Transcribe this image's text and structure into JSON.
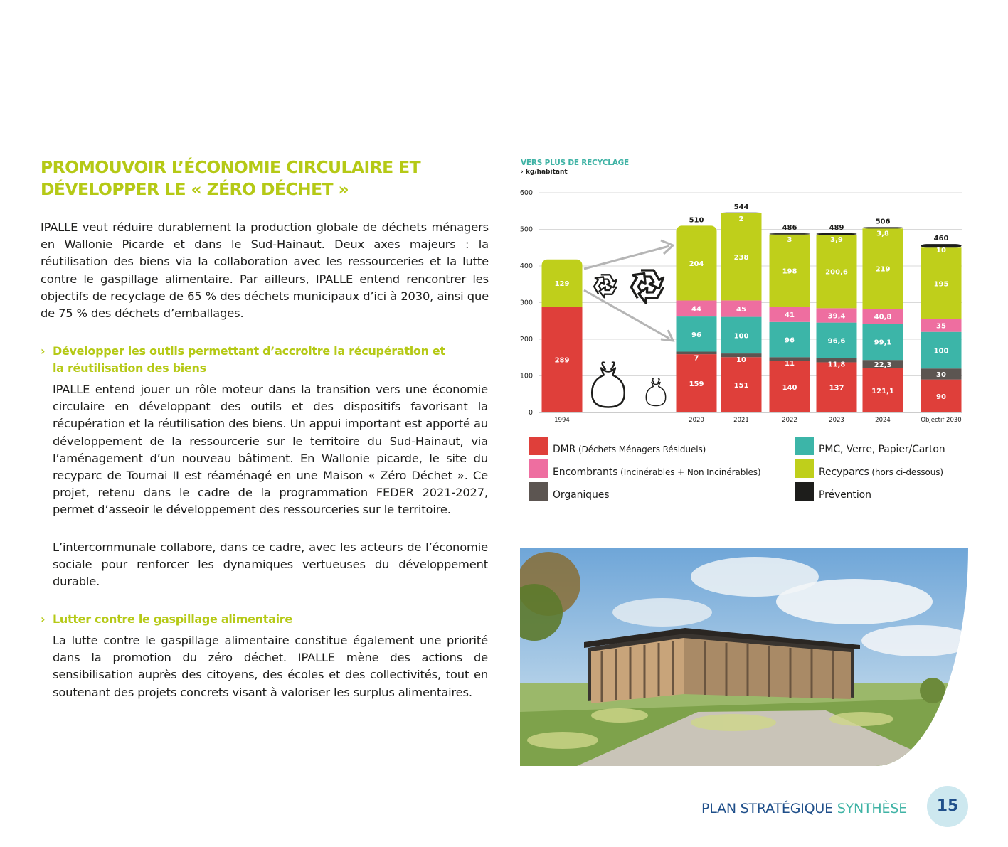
{
  "title": {
    "line1": "PROMOUVOIR L’ÉCONOMIE CIRCULAIRE ET",
    "line2": "DÉVELOPPER LE « ZÉRO DÉCHET »"
  },
  "intro": "IPALLE veut réduire durablement la production globale de déchets ménagers en Wallonie Picarde et dans le Sud-Hainaut. Deux axes majeurs : la réutilisation des biens via la collaboration avec les ressourceries et la lutte contre le gaspillage alimentaire. Par ailleurs, IPALLE entend rencontrer les objectifs de recyclage de 65 % des déchets municipaux d’ici à 2030, ainsi que de 75 % des déchets d’emballages.",
  "section1": {
    "chevron": "›",
    "heading_line1": "Développer les outils permettant d’accroitre la récupération et",
    "heading_line2": "la réutilisation des biens",
    "para1": "IPALLE entend jouer un rôle moteur dans la transition vers une économie circulaire en développant des outils et des dispositifs favorisant la récupération et la réutilisation des biens. Un appui important est apporté au développement de la ressourcerie sur le territoire du Sud-Hainaut, via l’aménagement d’un nouveau bâtiment. En Wallonie picarde, le site du recyparc de Tournai II est réaménagé en une Maison « Zéro Déchet ». Ce projet, retenu dans le cadre de la programmation FEDER 2021-2027, permet d’asseoir le développement des ressourceries sur le territoire.",
    "para2": "L’intercommunale collabore, dans ce cadre, avec les acteurs de l’économie sociale pour renforcer les dynamiques vertueuses du développement durable."
  },
  "section2": {
    "chevron": "›",
    "heading": "Lutter contre le gaspillage alimentaire",
    "para": "La lutte contre le gaspillage alimentaire constitue également une priorité dans la promotion du zéro déchet. IPALLE mène des actions de sensibilisation auprès des citoyens, des écoles et des collectivités, tout en soutenant des projets concrets visant à valoriser les surplus alimentaires."
  },
  "chart_data": {
    "type": "bar",
    "stacked": true,
    "title": "VERS PLUS DE RECYCLAGE",
    "ylabel": "› kg/habitant",
    "ylim": [
      0,
      600
    ],
    "yticks": [
      0,
      100,
      200,
      300,
      400,
      500,
      600
    ],
    "categories": [
      "1994",
      "2020",
      "2021",
      "2022",
      "2023",
      "2024",
      "Objectif 2030"
    ],
    "totals": [
      "",
      "510",
      "544",
      "486",
      "489",
      "506",
      "460"
    ],
    "series": [
      {
        "name": "DMR",
        "color": "#df3f3a",
        "values": [
          289,
          159,
          151,
          140,
          137,
          121.1,
          90
        ],
        "labels": [
          "289",
          "159",
          "151",
          "140",
          "137",
          "121,1",
          "90"
        ]
      },
      {
        "name": "Organiques",
        "color": "#5c5551",
        "values": [
          0,
          7,
          10,
          11,
          11.8,
          22.3,
          30
        ],
        "labels": [
          "",
          "7",
          "10",
          "11",
          "11,8",
          "22,3",
          "30"
        ]
      },
      {
        "name": "PMC, Verre, Papier/Carton",
        "color": "#3cb5a8",
        "values": [
          0,
          96,
          100,
          96,
          96.6,
          99.1,
          100
        ],
        "labels": [
          "",
          "96",
          "100",
          "96",
          "96,6",
          "99,1",
          "100"
        ]
      },
      {
        "name": "Encombrants",
        "color": "#ee6ea0",
        "values": [
          0,
          44,
          45,
          41,
          39.4,
          40.8,
          35
        ],
        "labels": [
          "",
          "44",
          "45",
          "41",
          "39,4",
          "40,8",
          "35"
        ]
      },
      {
        "name": "Recyparcs",
        "color": "#bfcf1b",
        "values": [
          129,
          204,
          238,
          198,
          200.6,
          219,
          195
        ],
        "labels": [
          "129",
          "204",
          "238",
          "198",
          "200,6",
          "219",
          "195"
        ]
      },
      {
        "name": "Prévention",
        "color": "#1d1d1b",
        "values": [
          0,
          0,
          2,
          3,
          3.9,
          3.8,
          10
        ],
        "labels": [
          "",
          "",
          "2",
          "3",
          "3,9",
          "3,8",
          "10"
        ]
      }
    ],
    "grid": true
  },
  "legend": [
    {
      "name": "DMR",
      "detail": "(Déchets Ménagers Résiduels)",
      "color": "#df3f3a"
    },
    {
      "name": "PMC, Verre, Papier/Carton",
      "detail": "",
      "color": "#3cb5a8"
    },
    {
      "name": "Encombrants",
      "detail": "(Incinérables + Non Incinérables)",
      "color": "#ee6ea0"
    },
    {
      "name": "Recyparcs",
      "detail": "(hors ci-dessous)",
      "color": "#bfcf1b"
    },
    {
      "name": "Organiques",
      "detail": "",
      "color": "#5c5551"
    },
    {
      "name": "Prévention",
      "detail": "",
      "color": "#1d1d1b"
    }
  ],
  "icons": [
    "recycle-icon",
    "trash-bag-icon"
  ],
  "footer": {
    "label_main": "PLAN STRATÉGIQUE",
    "label_accent": "SYNTHÈSE",
    "page_number": "15",
    "color_main": "#1f4f8a",
    "color_accent": "#3fb3a5"
  }
}
